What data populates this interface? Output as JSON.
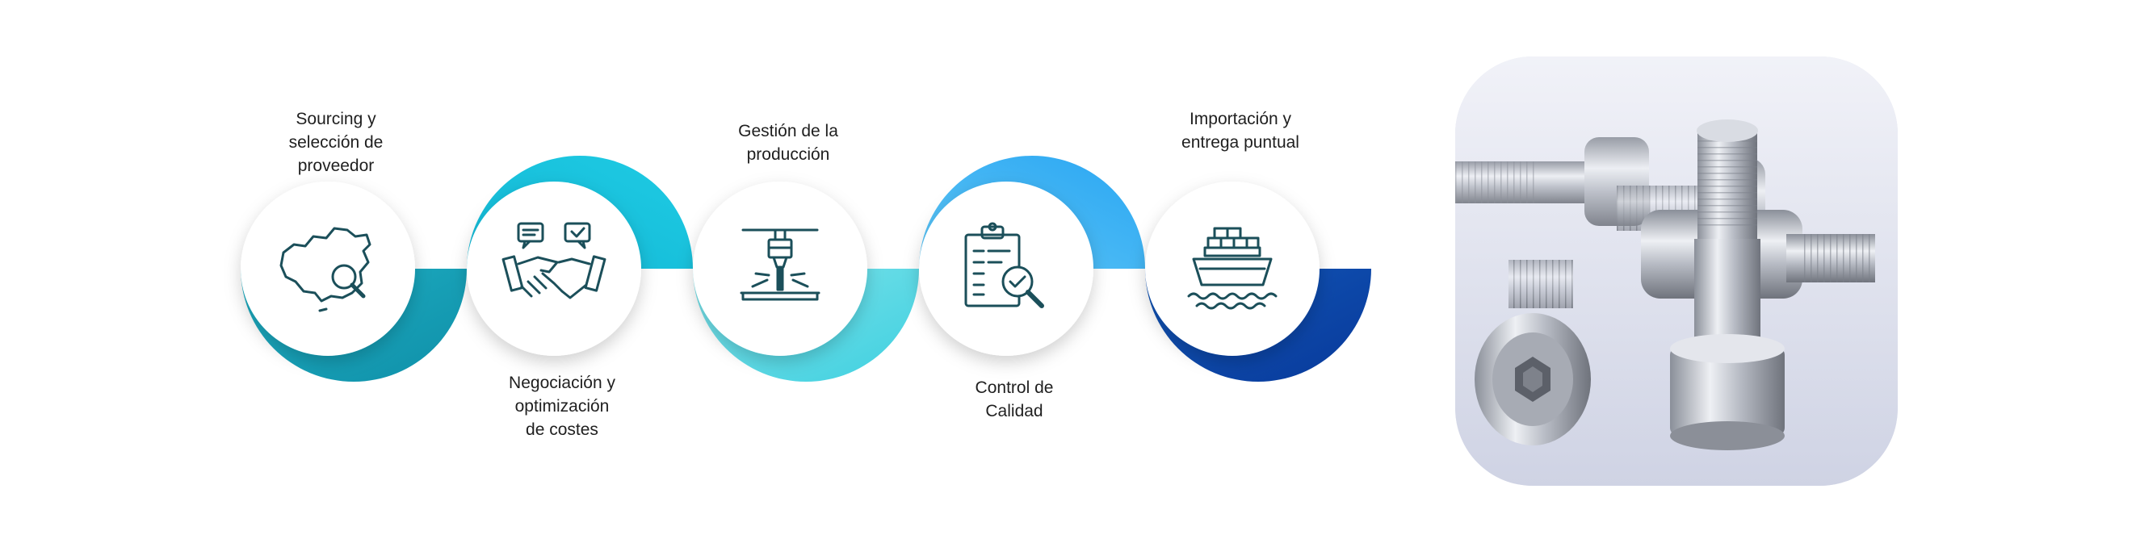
{
  "steps": [
    {
      "label": "Sourcing y\nselección de\nproveedor",
      "icon": "china-map-magnifier-icon",
      "color": "#1aa0b6"
    },
    {
      "label": "Negociación y\noptimización\nde costes",
      "icon": "handshake-chat-icon",
      "color": "#1cbfdc"
    },
    {
      "label": "Gestión de la\nproducción",
      "icon": "cnc-machine-icon",
      "color": "#5fdbe6"
    },
    {
      "label": "Control de\nCalidad",
      "icon": "clipboard-check-magnifier-icon",
      "color": "#3fb2f5"
    },
    {
      "label": "Importación y\nentrega puntual",
      "icon": "cargo-ship-icon",
      "color": "#0b4aa8"
    }
  ],
  "icon_color": "#1b4f5a",
  "photo": {
    "subject": "machined-shoulder-bolts-photo"
  }
}
